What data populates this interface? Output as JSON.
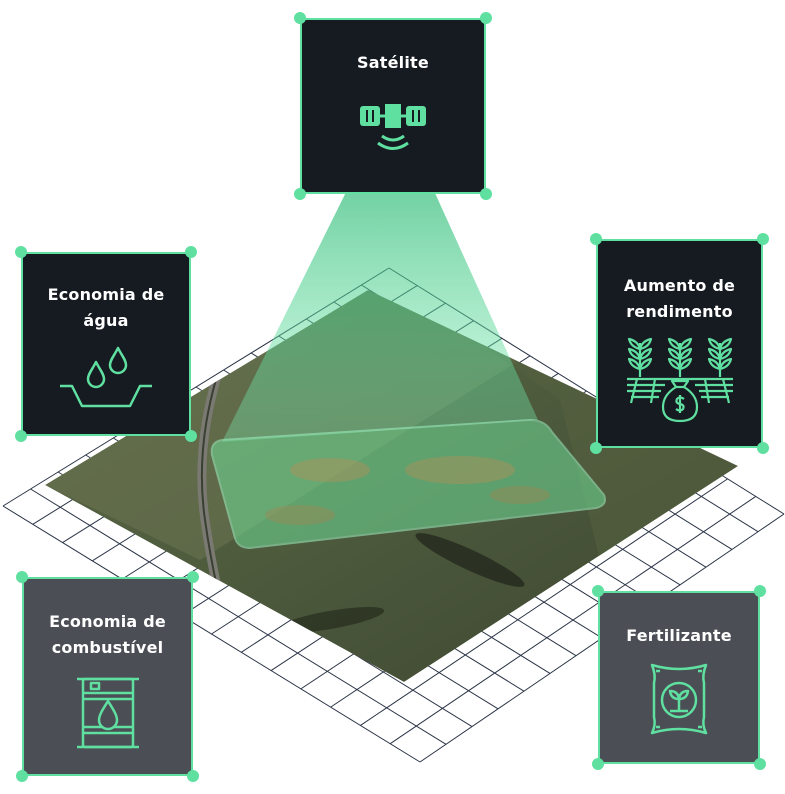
{
  "cards": {
    "satellite": {
      "title": "Satélite",
      "icon": "satellite-icon"
    },
    "water": {
      "title_line1": "Economia de",
      "title_line2": "água",
      "icon": "water-drops-basin-icon"
    },
    "yield": {
      "title_line1": "Aumento de",
      "title_line2": "rendimento",
      "icon": "crops-money-bag-icon"
    },
    "fuel": {
      "title_line1": "Economia de",
      "title_line2": "combustível",
      "icon": "fuel-barrel-icon"
    },
    "fertilizer": {
      "title": "Fertilizante",
      "icon": "fertilizer-bag-icon"
    }
  },
  "colors": {
    "accent": "#5fe0a0",
    "card_dark": "#161b22",
    "card_gray": "#4b4f55",
    "grid": "#2b3447"
  }
}
